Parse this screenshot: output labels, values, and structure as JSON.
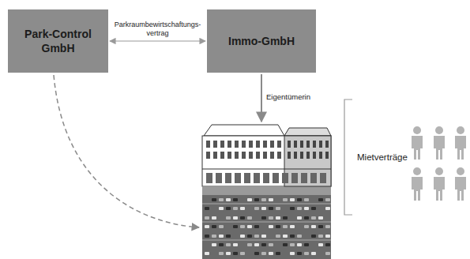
{
  "diagram": {
    "nodes": [
      {
        "text": [
          "Park-Control GmbH"
        ]
      },
      {
        "text": [
          "Immo-GmbH"
        ]
      }
    ],
    "edges": [
      {
        "from": 0,
        "to": 1,
        "arrow": "both",
        "label": "Parkraumbewirtschaftungs- vertrag"
      }
    ],
    "labels": [
      "Eigentümerin",
      "Mietverträge"
    ]
  }
}
